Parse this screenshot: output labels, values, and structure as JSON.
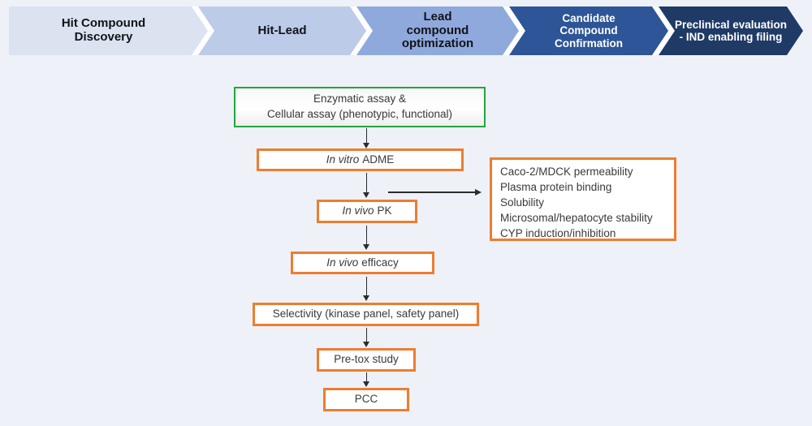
{
  "background_color": "#eef1f7",
  "banner": {
    "stages": [
      {
        "label": "Hit Compound\nDiscovery",
        "color": "#dbe3f1",
        "text_color": "#111318"
      },
      {
        "label": "Hit-Lead",
        "color": "#bccbe8",
        "text_color": "#111318"
      },
      {
        "label": "Lead\ncompound\noptimization",
        "color": "#8fa9dd",
        "text_color": "#111318"
      },
      {
        "label": "Candidate\nCompound\nConfirmation",
        "color": "#2d5597",
        "text_color": "#ffffff"
      },
      {
        "label": "Preclinical evaluation\n- IND enabling filing",
        "color": "#203a66",
        "text_color": "#ffffff"
      }
    ],
    "separator_color": "#ffffff"
  },
  "flowchart": {
    "colors": {
      "screen_border": "#1fa83d",
      "step_border": "#ed7d31",
      "arrow": "#2b2b2b"
    },
    "screening_box": {
      "label": "Enzymatic assay &\nCellular assay (phenotypic, functional)"
    },
    "adme_box": {
      "italic": "In vitro",
      "rest": "ADME"
    },
    "pk_box": {
      "italic": "In vivo",
      "rest": "PK"
    },
    "efficacy_box": {
      "italic": "In vivo",
      "rest": "efficacy"
    },
    "selectivity_box": {
      "label": "Selectivity (kinase panel, safety panel)"
    },
    "pretox_box": {
      "label": "Pre-tox study"
    },
    "pcc_box": {
      "label": "PCC"
    },
    "adme_detail_box": {
      "items": [
        "Caco-2/MDCK permeability",
        "Plasma protein binding",
        "Solubility",
        "Microsomal/hepatocyte stability",
        "CYP induction/inhibition"
      ]
    }
  }
}
